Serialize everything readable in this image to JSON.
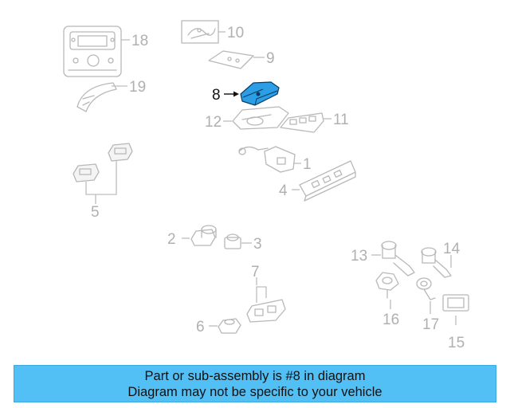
{
  "diagram": {
    "callouts": [
      "1",
      "2",
      "3",
      "4",
      "5",
      "6",
      "7",
      "8",
      "9",
      "10",
      "11",
      "12",
      "13",
      "14",
      "15",
      "16",
      "17",
      "18",
      "19"
    ],
    "highlighted_callout": "8",
    "colors": {
      "highlight": "#2b9ee6",
      "banner": "#52c0f5",
      "linework": "#b8b8b8"
    }
  },
  "banner": {
    "line1": "Part or sub-assembly is #8 in diagram",
    "line2": "Diagram may not be specific to your vehicle"
  }
}
